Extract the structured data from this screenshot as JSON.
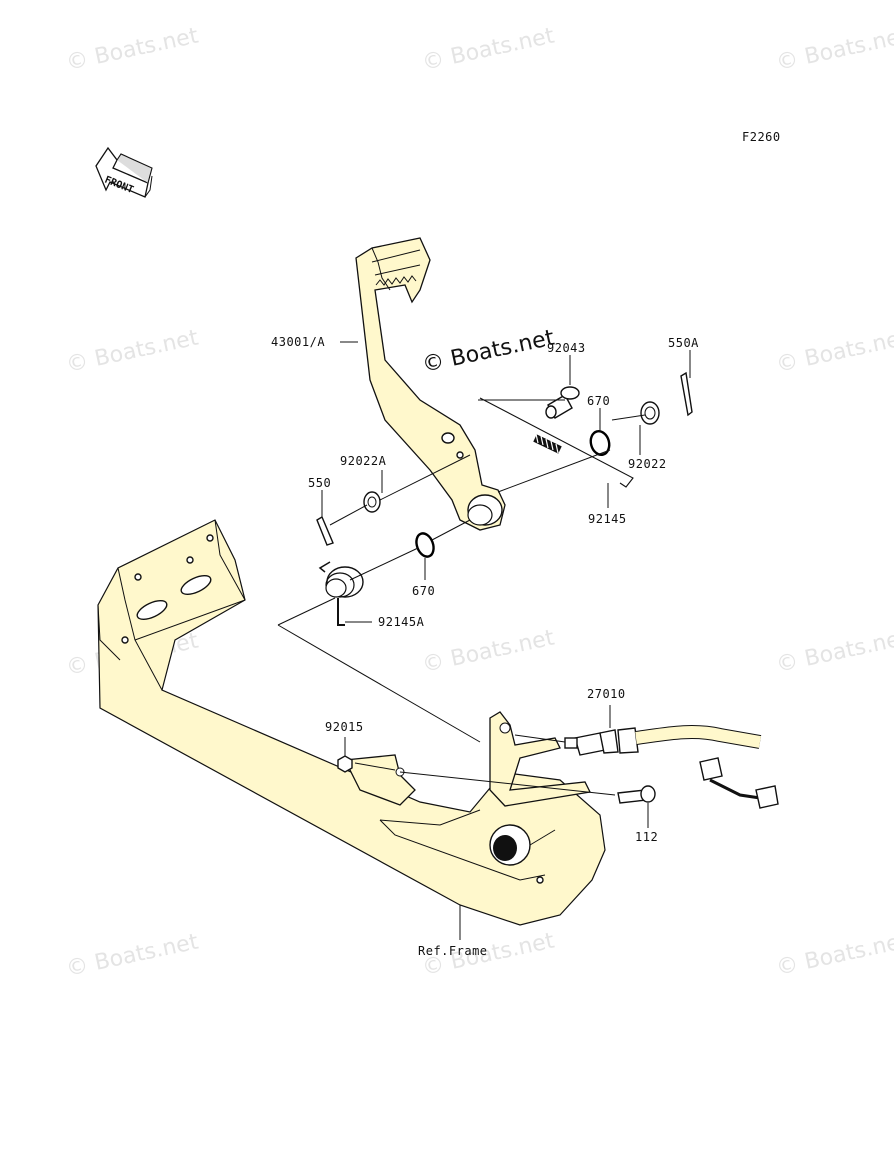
{
  "diagram": {
    "code": "F2260",
    "front_label": "FRONT",
    "ref_frame": "Ref.Frame"
  },
  "watermark": {
    "text": "© Boats.net"
  },
  "parts": [
    {
      "id": "43001/A"
    },
    {
      "id": "92043"
    },
    {
      "id": "550A"
    },
    {
      "id": "670"
    },
    {
      "id": "92022A"
    },
    {
      "id": "92022"
    },
    {
      "id": "550"
    },
    {
      "id": "92145"
    },
    {
      "id": "670"
    },
    {
      "id": "92145A"
    },
    {
      "id": "27010"
    },
    {
      "id": "92015"
    },
    {
      "id": "112"
    }
  ],
  "colors": {
    "part_fill": "#fff8cc",
    "line": "#111111",
    "watermark": "#e4e4e4"
  }
}
